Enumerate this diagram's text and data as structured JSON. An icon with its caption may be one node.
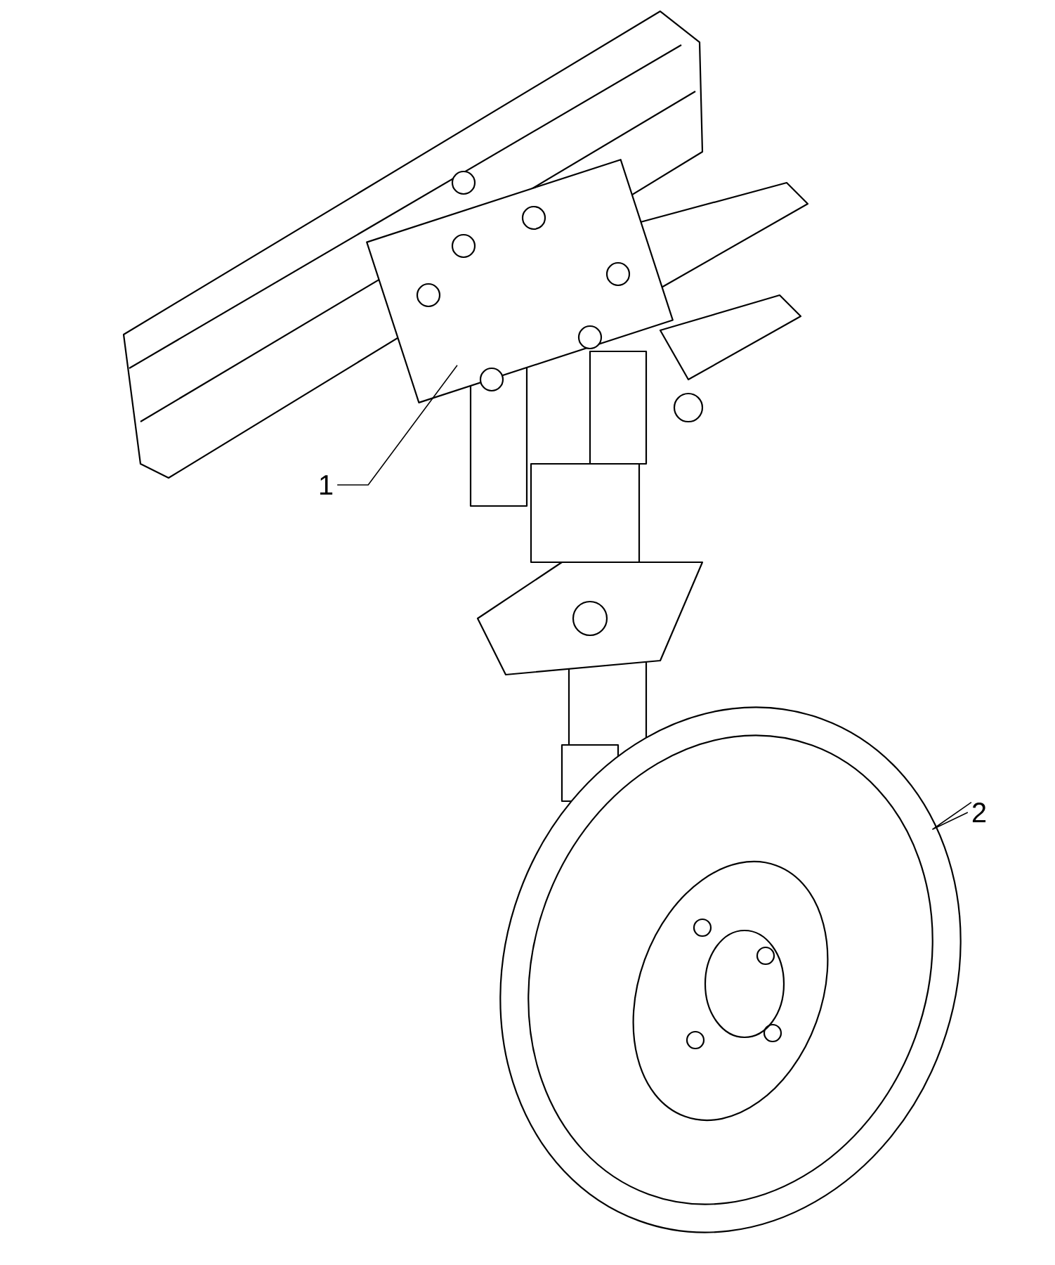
{
  "diagram": {
    "nodes": [
      {
        "text": [],
        "shape": "picture"
      },
      {
        "text": [
          "1"
        ]
      },
      {
        "text": [
          "2"
        ]
      },
      {
        "text": [],
        "shape": "picture"
      }
    ],
    "edges": [
      {
        "from": 1,
        "to": 0,
        "arrow": "none"
      },
      {
        "from": 2,
        "to": 3,
        "arrow": "none"
      }
    ]
  }
}
